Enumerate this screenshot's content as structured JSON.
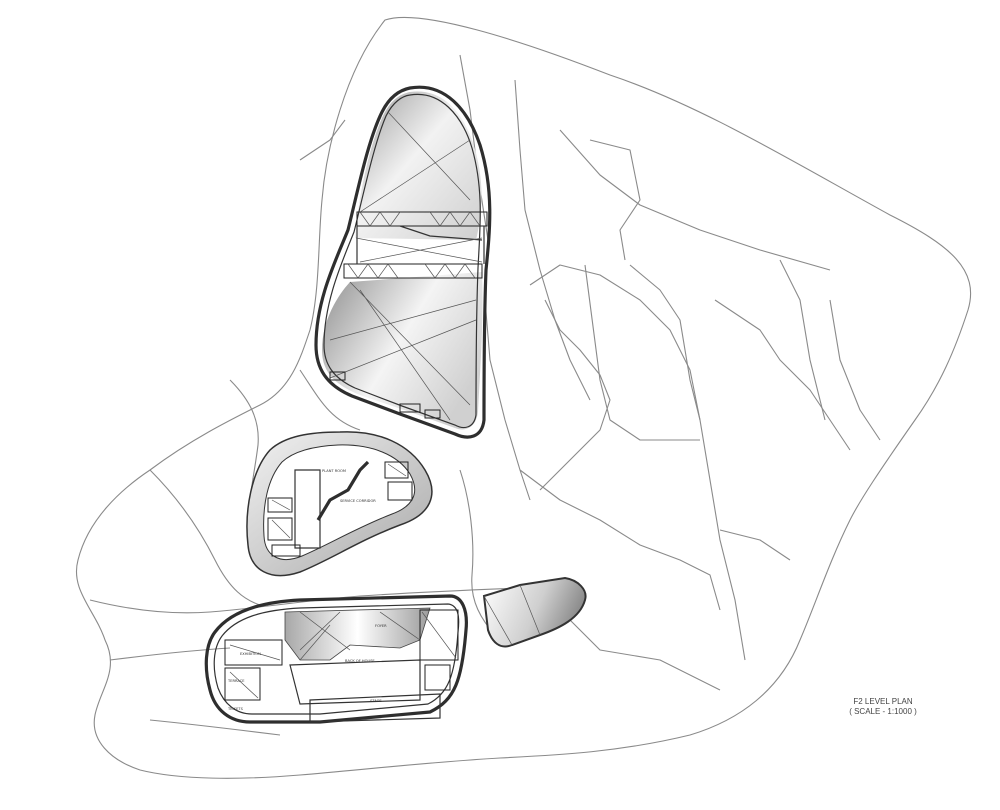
{
  "caption": {
    "title": "F2 LEVEL PLAN",
    "scale": "( SCALE - 1:1000 )"
  },
  "room_labels": {
    "mid_a": "PLANT ROOM",
    "mid_b": "SERVICE CORRIDOR",
    "low_a": "EXHIBITION",
    "low_b": "FOYER",
    "low_c": "BACK OF HOUSE",
    "low_d": "STAGE",
    "low_e": "TERRACE",
    "low_f": "TICKETS"
  },
  "colors": {
    "site_line": "#8a8a8a",
    "wall": "#2e2e2e",
    "roof_light": "#f7f7f7",
    "roof_dark": "#9c9c9c"
  }
}
